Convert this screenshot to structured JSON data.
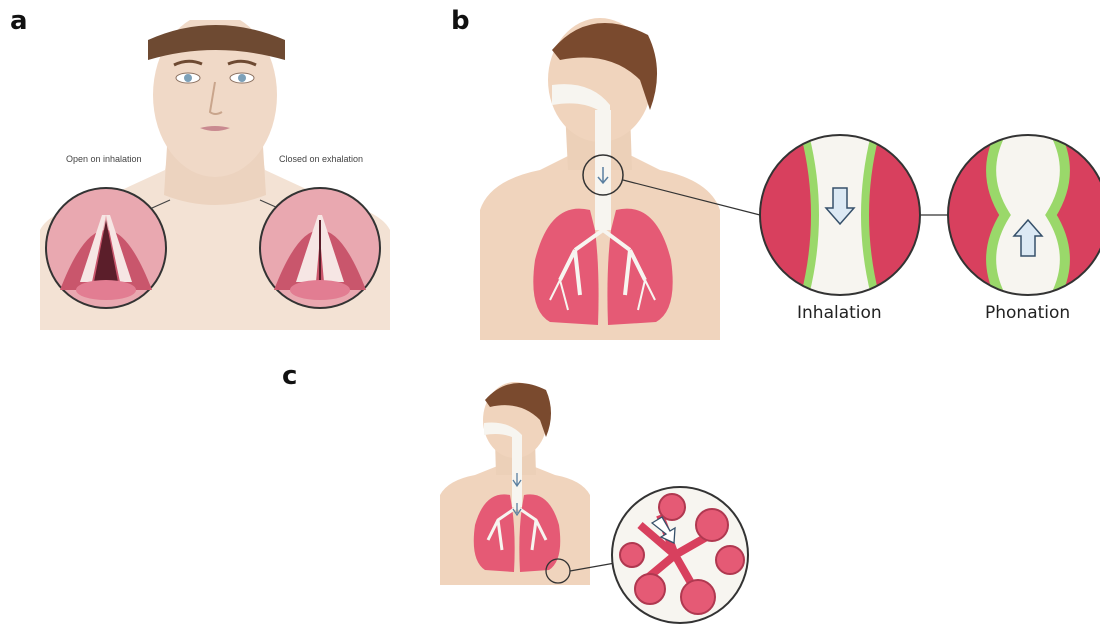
{
  "panels": {
    "a": {
      "letter": "a",
      "left_caption": "Open on inhalation",
      "right_caption": "Closed on exhalation"
    },
    "b": {
      "letter": "b",
      "inhalation_label": "Inhalation",
      "phonation_label": "Phonation"
    },
    "c": {
      "letter": "c"
    }
  },
  "colors": {
    "skin": "#f2d8c4",
    "hair": "#7a4a2e",
    "lung": "#e55a75",
    "tissue_red": "#d8405e",
    "mucosa_green": "#9ad86a",
    "airway": "#f7f5f0"
  }
}
